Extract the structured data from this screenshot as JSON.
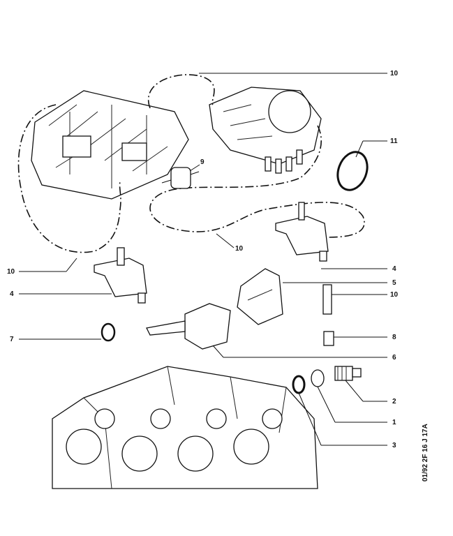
{
  "diagram": {
    "callouts": [
      {
        "id": "top-10",
        "label": "10"
      },
      {
        "id": "ring-11",
        "label": "11"
      },
      {
        "id": "filter-9",
        "label": "9"
      },
      {
        "id": "mid-10",
        "label": "10"
      },
      {
        "id": "left-10",
        "label": "10"
      },
      {
        "id": "left-4",
        "label": "4"
      },
      {
        "id": "right-4",
        "label": "4"
      },
      {
        "id": "bracket-5",
        "label": "5"
      },
      {
        "id": "pipe-10",
        "label": "10"
      },
      {
        "id": "washer-7",
        "label": "7"
      },
      {
        "id": "union-8",
        "label": "8"
      },
      {
        "id": "bracket-6",
        "label": "6"
      },
      {
        "id": "sensor-2",
        "label": "2"
      },
      {
        "id": "seal-1",
        "label": "1"
      },
      {
        "id": "washer-3",
        "label": "3"
      }
    ],
    "reference_code": "01/92  2F  16 J 17A"
  }
}
